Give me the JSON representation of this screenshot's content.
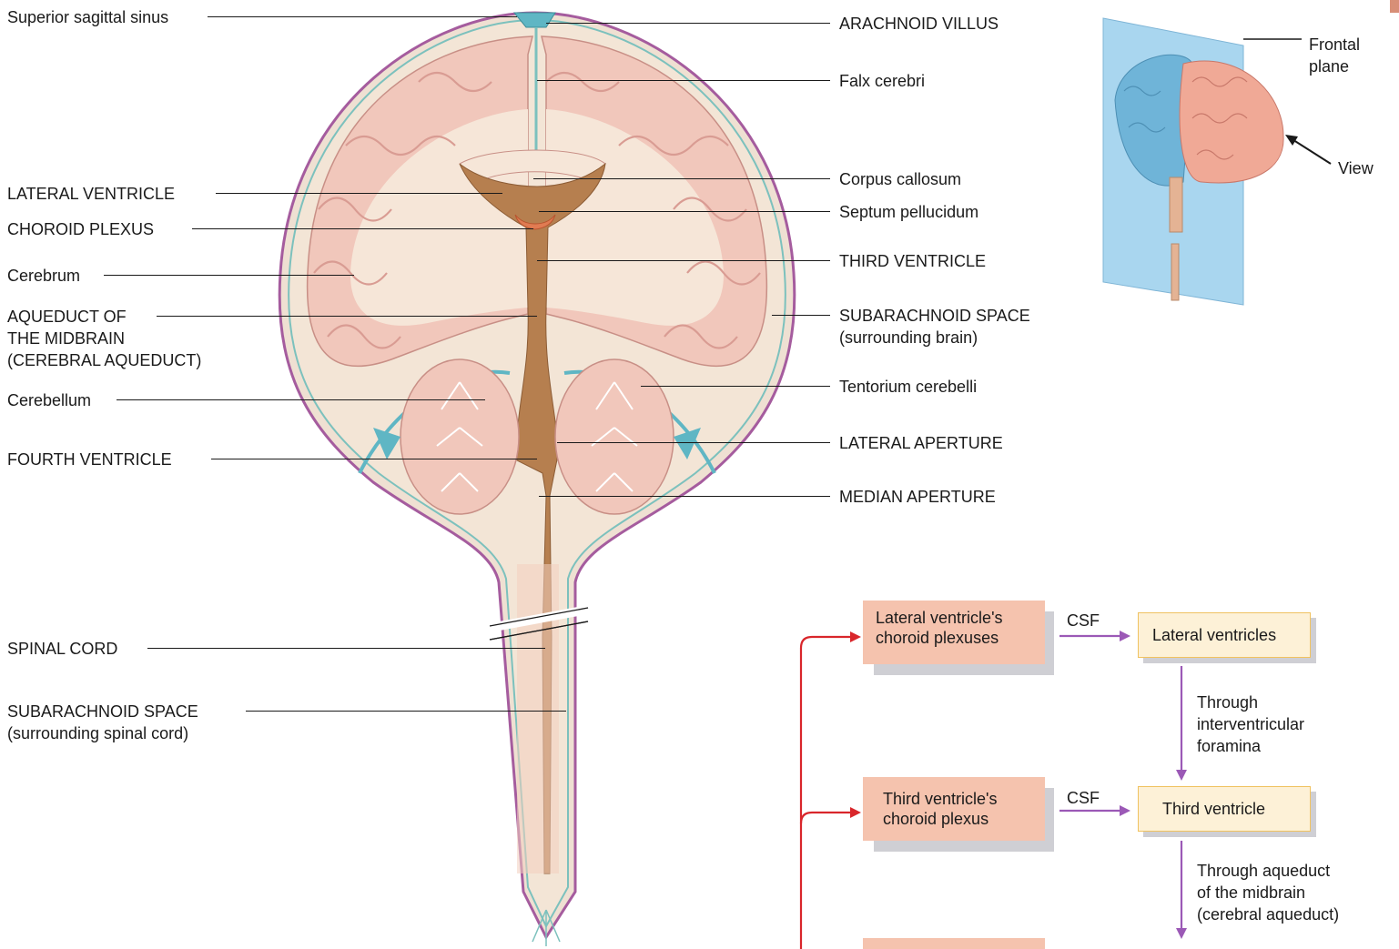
{
  "colors": {
    "cerebrum_fill": "#f2cfc0",
    "white_matter": "#f6e6d8",
    "ventricle": "#b67f4f",
    "meninges": "#a55c9e",
    "csf_blue": "#5fb6c4",
    "box_pink": "#f5c3ae",
    "box_cream": "#fdf1d7",
    "box_border": "#f0c260",
    "arrow_purple": "#9b59b6",
    "arrow_red": "#d9262b",
    "plane_blue": "#a9d6ef"
  },
  "left_labels": {
    "superior_sagittal_sinus": "Superior sagittal sinus",
    "lateral_ventricle": "LATERAL VENTRICLE",
    "choroid_plexus": "CHOROID PLEXUS",
    "cerebrum": "Cerebrum",
    "aqueduct": "AQUEDUCT OF THE MIDBRAIN (CEREBRAL AQUEDUCT)",
    "aqueduct_l1": "AQUEDUCT OF",
    "aqueduct_l2": "THE MIDBRAIN",
    "aqueduct_l3": "(CEREBRAL AQUEDUCT)",
    "cerebellum": "Cerebellum",
    "fourth_ventricle": "FOURTH VENTRICLE",
    "spinal_cord": "SPINAL CORD",
    "subarachnoid_spinal_l1": "SUBARACHNOID SPACE",
    "subarachnoid_spinal_l2": "(surrounding spinal cord)"
  },
  "right_labels": {
    "arachnoid_villus": "ARACHNOID VILLUS",
    "falx_cerebri": "Falx cerebri",
    "corpus_callosum": "Corpus callosum",
    "septum_pellucidum": "Septum pellucidum",
    "third_ventricle": "THIRD VENTRICLE",
    "subarachnoid_brain_l1": "SUBARACHNOID SPACE",
    "subarachnoid_brain_l2": "(surrounding brain)",
    "tentorium_cerebelli": "Tentorium cerebelli",
    "lateral_aperture": "LATERAL APERTURE",
    "median_aperture": "MEDIAN APERTURE"
  },
  "inset": {
    "plane_l1": "Frontal",
    "plane_l2": "plane",
    "view": "View"
  },
  "flow": {
    "box1_l1": "Lateral ventricle's",
    "box1_l2": "choroid plexuses",
    "csf1": "CSF",
    "box2": "Lateral ventricles",
    "through1_l1": "Through",
    "through1_l2": "interventricular",
    "through1_l3": "foramina",
    "box3_l1": "Third ventricle's",
    "box3_l2": "choroid plexus",
    "csf2": "CSF",
    "box4": "Third ventricle",
    "through2_l1": "Through aqueduct",
    "through2_l2": "of the midbrain",
    "through2_l3": "(cerebral aqueduct)"
  }
}
